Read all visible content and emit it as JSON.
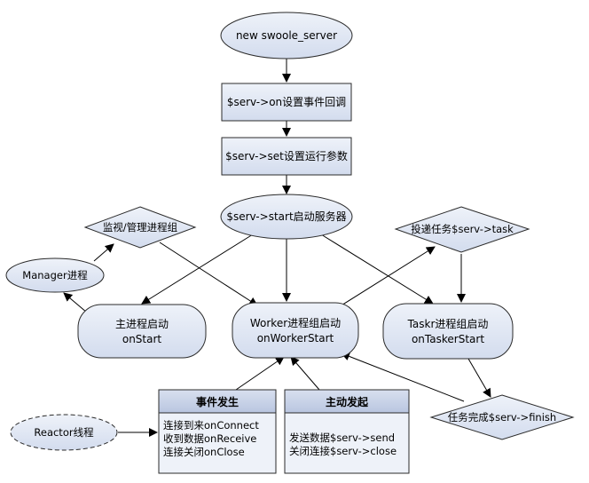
{
  "diagram": {
    "nodes": {
      "new_server": "new swoole_server",
      "on_callbacks": "$serv->on设置事件回调",
      "set_params": "$serv->set设置运行参数",
      "start_server": "$serv->start启动服务器",
      "monitor": "监视/管理进程组",
      "manager": "Manager进程",
      "deliver_task": "投递任务$serv->task",
      "master_start": [
        "主进程启动",
        "onStart"
      ],
      "worker_start": [
        "Worker进程组启动",
        "onWorkerStart"
      ],
      "tasker_start": [
        "Taskr进程组启动",
        "onTaskerStart"
      ],
      "task_finish": "任务完成$serv->finish",
      "reactor": "Reactor线程",
      "event_box": {
        "title": "事件发生",
        "lines": [
          "连接到来onConnect",
          "收到数据onReceive",
          "连接关闭onClose"
        ]
      },
      "active_box": {
        "title": "主动发起",
        "lines": [
          "发送数据$serv->send",
          "关闭连接$serv->close"
        ]
      }
    },
    "colors": {
      "node_fill": "#dfe6f3",
      "node_fill_light": "#e8edf7",
      "header_fill": "#c4cfe6",
      "stroke": "#2b2b2b",
      "edge": "#000000"
    }
  }
}
